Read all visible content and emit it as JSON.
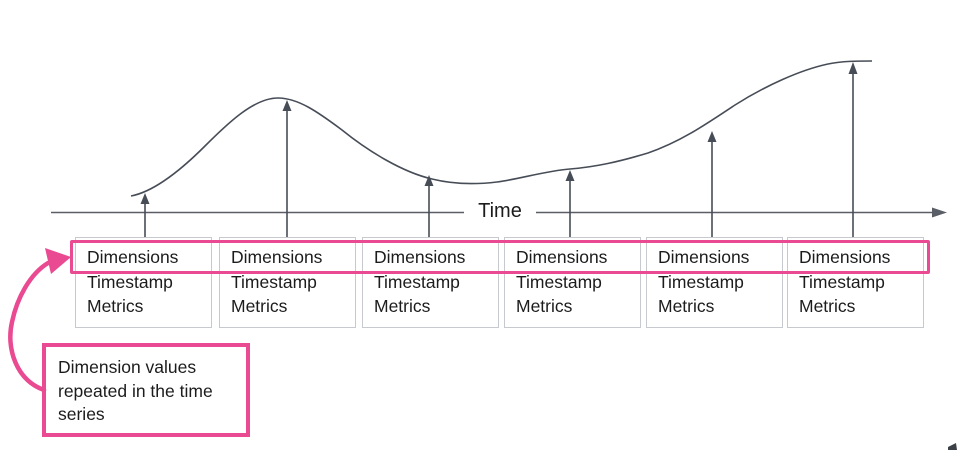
{
  "diagram": {
    "axis_label": "Time",
    "records": [
      {
        "dimensions": "Dimensions",
        "timestamp": "Timestamp",
        "metrics": "Metrics"
      },
      {
        "dimensions": "Dimensions",
        "timestamp": "Timestamp",
        "metrics": "Metrics"
      },
      {
        "dimensions": "Dimensions",
        "timestamp": "Timestamp",
        "metrics": "Metrics"
      },
      {
        "dimensions": "Dimensions",
        "timestamp": "Timestamp",
        "metrics": "Metrics"
      },
      {
        "dimensions": "Dimensions",
        "timestamp": "Timestamp",
        "metrics": "Metrics"
      },
      {
        "dimensions": "Dimensions",
        "timestamp": "Timestamp",
        "metrics": "Metrics"
      }
    ],
    "annotation_text": "Dimension values repeated in the time series",
    "colors": {
      "accent_pink": "#e94a91",
      "curve_stroke": "#474d57",
      "axis_stroke": "#5a5e66",
      "box_border": "#c6c9cd",
      "text": "#1c1c1c"
    }
  }
}
